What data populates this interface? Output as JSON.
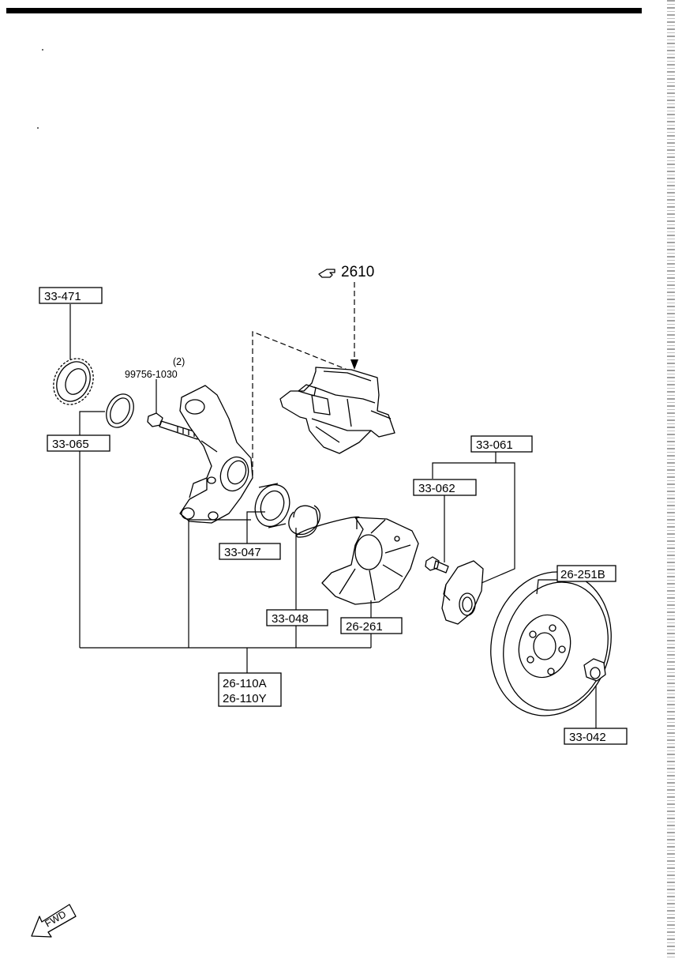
{
  "reference": {
    "label": "2610"
  },
  "bolt_qty": "(2)",
  "bolt_part": "99756-1030",
  "callouts": {
    "c33_471": "33-471",
    "c33_065": "33-065",
    "c33_047": "33-047",
    "c33_048": "33-048",
    "c26_261": "26-261",
    "c26_110a": "26-110A",
    "c26_110y": "26-110Y",
    "c33_061": "33-061",
    "c33_062": "33-062",
    "c26_251b": "26-251B",
    "c33_042": "33-042"
  },
  "fwd": "FWD"
}
